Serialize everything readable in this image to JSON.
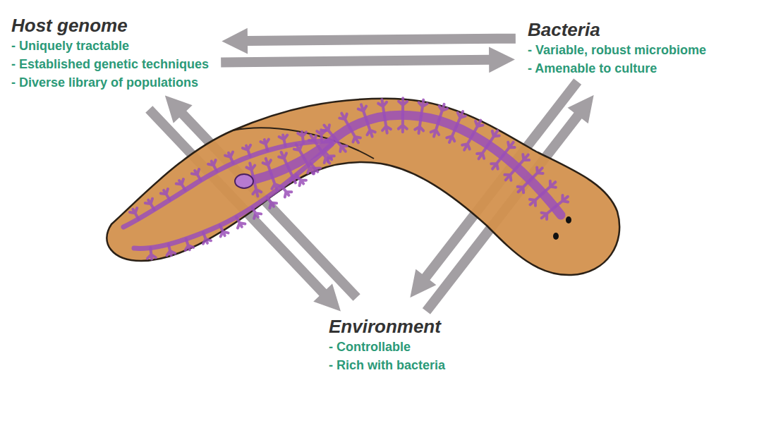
{
  "diagram": {
    "nodes": [
      {
        "text": [
          "Host genome",
          "- Uniquely tractable",
          "- Established genetic techniques",
          "- Diverse library of populations"
        ]
      },
      {
        "text": [
          "Bacteria",
          "- Variable, robust microbiome",
          "- Amenable to culture"
        ]
      },
      {
        "text": [
          "Environment",
          "- Controllable",
          "- Rich with bacteria"
        ]
      }
    ],
    "edges": [
      {
        "from": 0,
        "to": 1,
        "arrow": "to"
      },
      {
        "from": 1,
        "to": 0,
        "arrow": "to"
      },
      {
        "from": 0,
        "to": 2,
        "arrow": "to"
      },
      {
        "from": 2,
        "to": 0,
        "arrow": "to"
      },
      {
        "from": 1,
        "to": 2,
        "arrow": "to"
      },
      {
        "from": 2,
        "to": 1,
        "arrow": "to"
      }
    ]
  }
}
